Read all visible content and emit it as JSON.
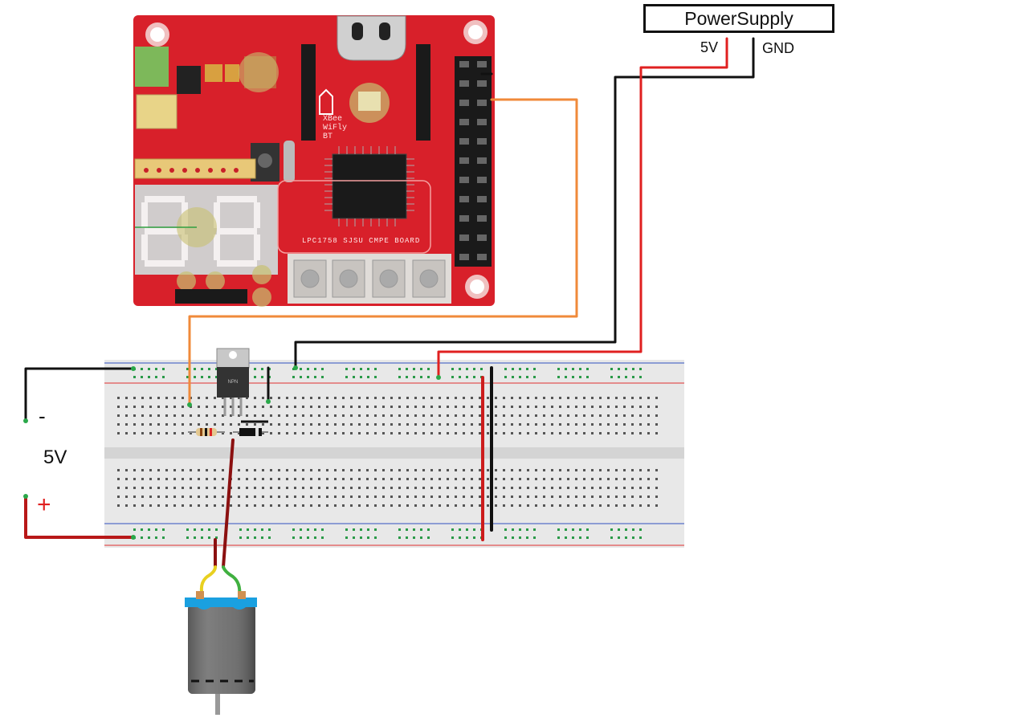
{
  "power_supply": {
    "title": "PowerSupply",
    "pin_5v": "5V",
    "pin_gnd": "GND"
  },
  "battery": {
    "minus": "-",
    "voltage": "5V",
    "plus": "+"
  },
  "board": {
    "silk_title": "LPC1758 SJSU CMPE BOARD",
    "module_label": "XBee WiFly BT"
  },
  "transistor": {
    "marking": "NPN"
  },
  "colors": {
    "wire_red": "#e02020",
    "wire_black": "#111111",
    "wire_orange": "#f08a3a",
    "board_red": "#d8202a",
    "motor_lead_yellow": "#e8d020",
    "motor_lead_green": "#40b040",
    "motor_cap": "#1aa0e0"
  }
}
